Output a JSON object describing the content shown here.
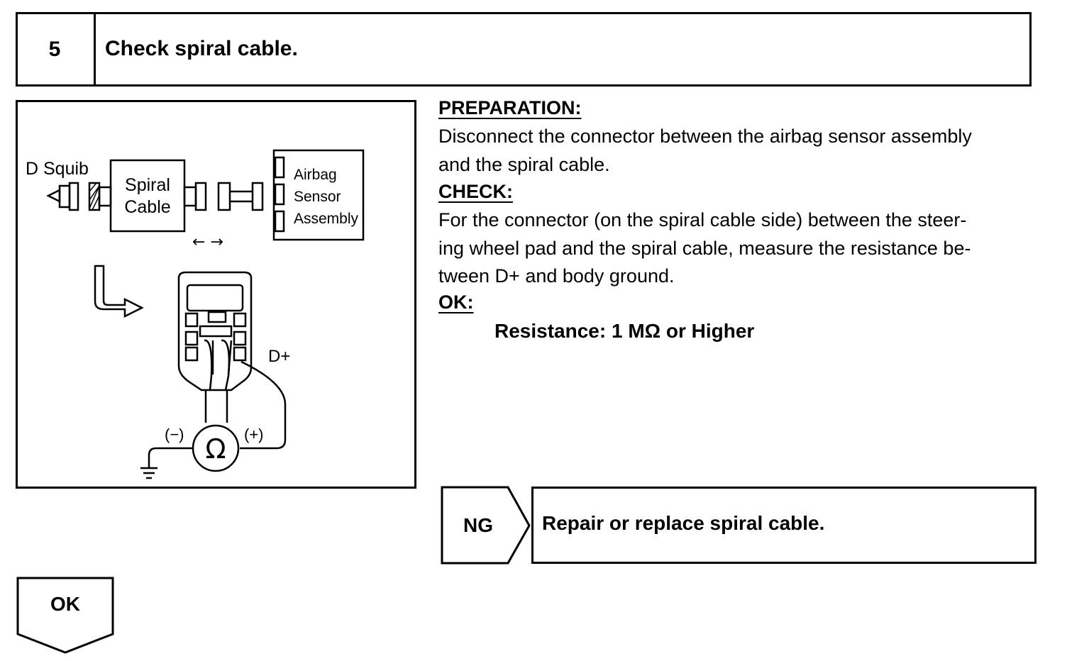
{
  "step": {
    "number": "5",
    "title": "Check spiral cable."
  },
  "figure": {
    "squib_label": "D Squib",
    "spiral_label_1": "Spiral",
    "spiral_label_2": "Cable",
    "airbag_label_1": "Airbag",
    "airbag_label_2": "Sensor",
    "airbag_label_3": "Assembly",
    "arrows": "← →",
    "d_plus": "D+",
    "minus": "(−)",
    "plus": "(+)",
    "ohm": "Ω"
  },
  "instructions": {
    "prep_heading": "PREPARATION:",
    "prep_line1": "Disconnect the connector between the airbag sensor assembly",
    "prep_line2": "and the spiral cable.",
    "check_heading": "CHECK:",
    "check_line1": "For the connector (on the spiral cable side) between the steer-",
    "check_line2": "ing wheel pad and the spiral cable, measure the resistance be-",
    "check_line3": "tween D+ and body ground.",
    "ok_heading": "OK:",
    "result": "Resistance: 1 MΩ or Higher"
  },
  "ng": {
    "tag": "NG",
    "action": "Repair or replace spiral cable."
  },
  "ok": {
    "tag": "OK"
  }
}
